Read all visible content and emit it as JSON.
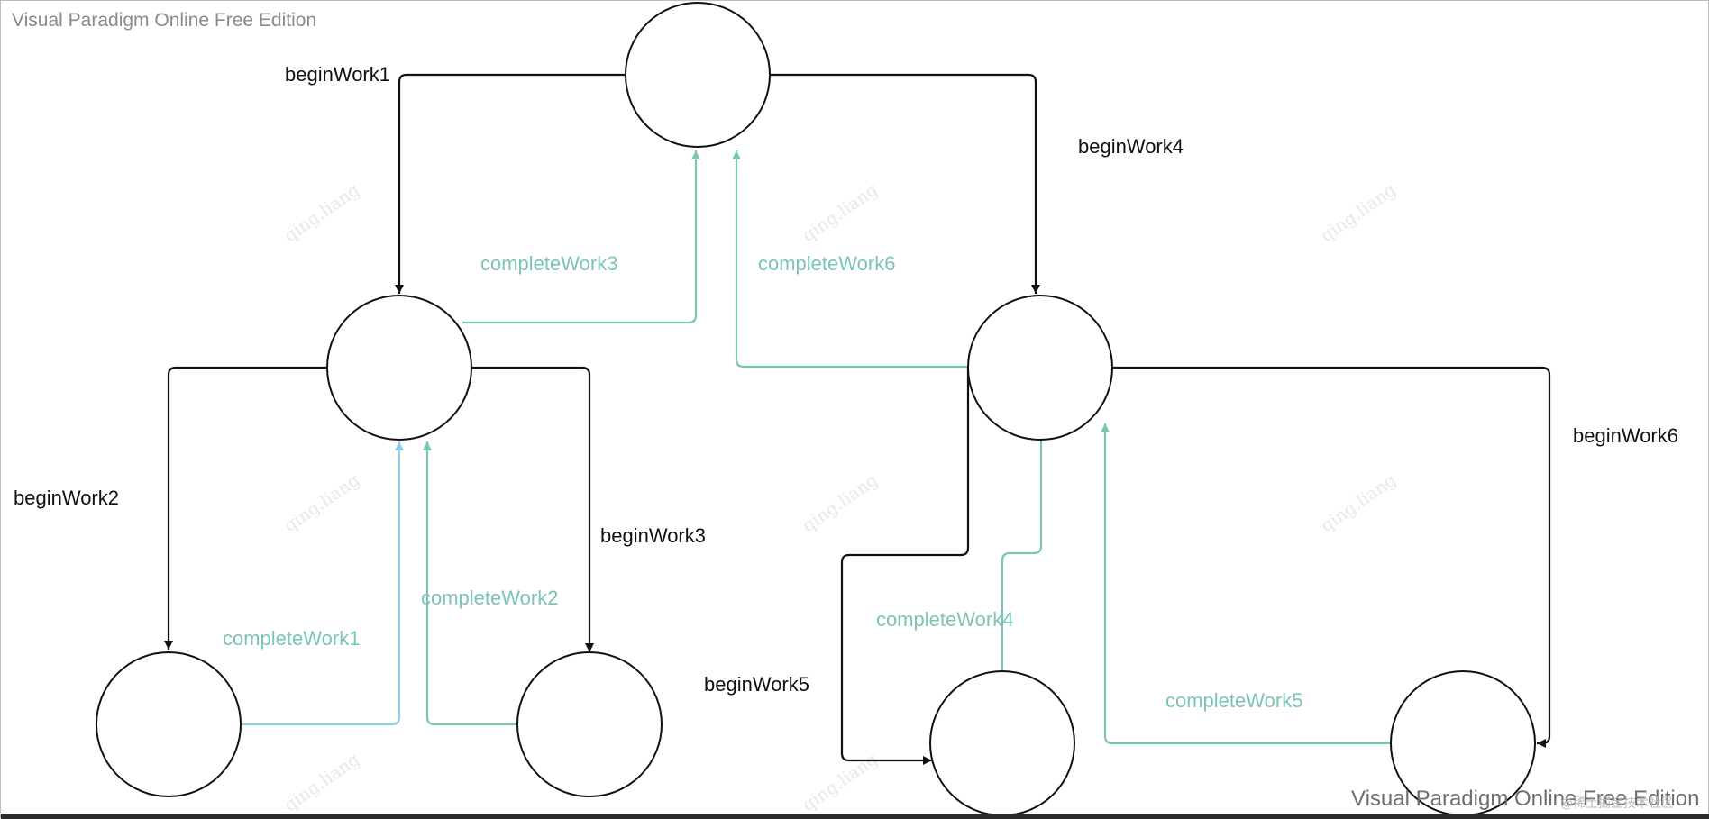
{
  "watermarks": {
    "top": "Visual Paradigm Online Free Edition",
    "bottom": "Visual Paradigm Online Free Edition",
    "corner": "@稀土掘金技术社区",
    "faint": "qing.liang"
  },
  "colors": {
    "begin": "#111111",
    "complete_teal": "#7cc4b6",
    "complete_blue": "#8ecfe8",
    "node_stroke": "#111111"
  },
  "edges": {
    "begin": [
      "beginWork1",
      "beginWork2",
      "beginWork3",
      "beginWork4",
      "beginWork5",
      "beginWork6"
    ],
    "complete": [
      "completeWork1",
      "completeWork2",
      "completeWork3",
      "completeWork4",
      "completeWork5",
      "completeWork6"
    ]
  }
}
